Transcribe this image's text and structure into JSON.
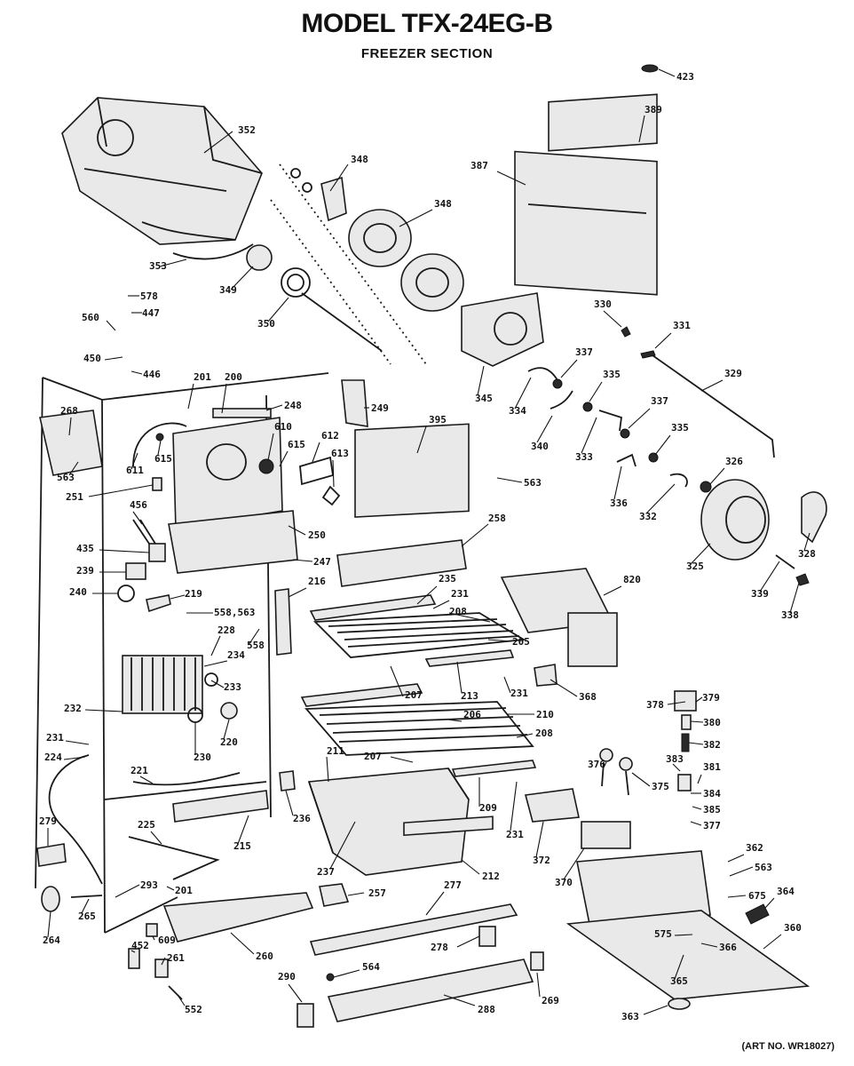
{
  "title": "MODEL TFX-24EG-B",
  "subtitle": "FREEZER SECTION",
  "art_number": "(ART NO. WR18027)",
  "callouts": [
    {
      "id": "c423",
      "label": "423"
    },
    {
      "id": "c352",
      "label": "352"
    },
    {
      "id": "c348a",
      "label": "348"
    },
    {
      "id": "c348b",
      "label": "348"
    },
    {
      "id": "c389",
      "label": "389"
    },
    {
      "id": "c387",
      "label": "387"
    },
    {
      "id": "c353",
      "label": "353"
    },
    {
      "id": "c349",
      "label": "349"
    },
    {
      "id": "c350",
      "label": "350"
    },
    {
      "id": "c578",
      "label": "578"
    },
    {
      "id": "c447",
      "label": "447"
    },
    {
      "id": "c560",
      "label": "560"
    },
    {
      "id": "c450",
      "label": "450"
    },
    {
      "id": "c446",
      "label": "446"
    },
    {
      "id": "c330",
      "label": "330"
    },
    {
      "id": "c331",
      "label": "331"
    },
    {
      "id": "c329",
      "label": "329"
    },
    {
      "id": "c337a",
      "label": "337"
    },
    {
      "id": "c335a",
      "label": "335"
    },
    {
      "id": "c345",
      "label": "345"
    },
    {
      "id": "c334",
      "label": "334"
    },
    {
      "id": "c337b",
      "label": "337"
    },
    {
      "id": "c335b",
      "label": "335"
    },
    {
      "id": "c340",
      "label": "340"
    },
    {
      "id": "c333",
      "label": "333"
    },
    {
      "id": "c326",
      "label": "326"
    },
    {
      "id": "c336",
      "label": "336"
    },
    {
      "id": "c332",
      "label": "332"
    },
    {
      "id": "c325",
      "label": "325"
    },
    {
      "id": "c328",
      "label": "328"
    },
    {
      "id": "c339",
      "label": "339"
    },
    {
      "id": "c338",
      "label": "338"
    },
    {
      "id": "c201a",
      "label": "201"
    },
    {
      "id": "c200",
      "label": "200"
    },
    {
      "id": "c249",
      "label": "249"
    },
    {
      "id": "c268",
      "label": "268"
    },
    {
      "id": "c248",
      "label": "248"
    },
    {
      "id": "c610",
      "label": "610"
    },
    {
      "id": "c615a",
      "label": "615"
    },
    {
      "id": "c612",
      "label": "612"
    },
    {
      "id": "c613",
      "label": "613"
    },
    {
      "id": "c395",
      "label": "395"
    },
    {
      "id": "c563a",
      "label": "563"
    },
    {
      "id": "c611",
      "label": "611"
    },
    {
      "id": "c615b",
      "label": "615"
    },
    {
      "id": "c563b",
      "label": "563"
    },
    {
      "id": "c251",
      "label": "251"
    },
    {
      "id": "c456",
      "label": "456"
    },
    {
      "id": "c250",
      "label": "250"
    },
    {
      "id": "c258",
      "label": "258"
    },
    {
      "id": "c435",
      "label": "435"
    },
    {
      "id": "c239",
      "label": "239"
    },
    {
      "id": "c247",
      "label": "247"
    },
    {
      "id": "c216",
      "label": "216"
    },
    {
      "id": "c235",
      "label": "235"
    },
    {
      "id": "c231a",
      "label": "231"
    },
    {
      "id": "c820",
      "label": "820"
    },
    {
      "id": "c240",
      "label": "240"
    },
    {
      "id": "c219",
      "label": "219"
    },
    {
      "id": "c208a",
      "label": "208"
    },
    {
      "id": "c558",
      "label": "558,563"
    },
    {
      "id": "c228",
      "label": "228"
    },
    {
      "id": "c559",
      "label": "558"
    },
    {
      "id": "c205",
      "label": "205"
    },
    {
      "id": "c234",
      "label": "234"
    },
    {
      "id": "c233",
      "label": "233"
    },
    {
      "id": "c207a",
      "label": "207"
    },
    {
      "id": "c213",
      "label": "213"
    },
    {
      "id": "c231b",
      "label": "231"
    },
    {
      "id": "c368",
      "label": "368"
    },
    {
      "id": "c379",
      "label": "379"
    },
    {
      "id": "c378",
      "label": "378"
    },
    {
      "id": "c232",
      "label": "232"
    },
    {
      "id": "c206",
      "label": "206"
    },
    {
      "id": "c210",
      "label": "210"
    },
    {
      "id": "c380",
      "label": "380"
    },
    {
      "id": "c220",
      "label": "220"
    },
    {
      "id": "c208b",
      "label": "208"
    },
    {
      "id": "c382",
      "label": "382"
    },
    {
      "id": "c231c",
      "label": "231"
    },
    {
      "id": "c230",
      "label": "230"
    },
    {
      "id": "c224",
      "label": "224"
    },
    {
      "id": "c211",
      "label": "211"
    },
    {
      "id": "c207b",
      "label": "207"
    },
    {
      "id": "c376",
      "label": "376"
    },
    {
      "id": "c383",
      "label": "383"
    },
    {
      "id": "c381",
      "label": "381"
    },
    {
      "id": "c221",
      "label": "221"
    },
    {
      "id": "c375",
      "label": "375"
    },
    {
      "id": "c384",
      "label": "384"
    },
    {
      "id": "c209",
      "label": "209"
    },
    {
      "id": "c385",
      "label": "385"
    },
    {
      "id": "c236",
      "label": "236"
    },
    {
      "id": "c377",
      "label": "377"
    },
    {
      "id": "c279",
      "label": "279"
    },
    {
      "id": "c225",
      "label": "225"
    },
    {
      "id": "c215",
      "label": "215"
    },
    {
      "id": "c231d",
      "label": "231"
    },
    {
      "id": "c372",
      "label": "372"
    },
    {
      "id": "c212",
      "label": "212"
    },
    {
      "id": "c370",
      "label": "370"
    },
    {
      "id": "c237",
      "label": "237"
    },
    {
      "id": "c362",
      "label": "362"
    },
    {
      "id": "c563c",
      "label": "563"
    },
    {
      "id": "c277",
      "label": "277"
    },
    {
      "id": "c293",
      "label": "293"
    },
    {
      "id": "c201b",
      "label": "201"
    },
    {
      "id": "c257",
      "label": "257"
    },
    {
      "id": "c675",
      "label": "675"
    },
    {
      "id": "c364",
      "label": "364"
    },
    {
      "id": "c265",
      "label": "265"
    },
    {
      "id": "c264",
      "label": "264"
    },
    {
      "id": "c609",
      "label": "609"
    },
    {
      "id": "c260",
      "label": "260"
    },
    {
      "id": "c360",
      "label": "360"
    },
    {
      "id": "c575",
      "label": "575"
    },
    {
      "id": "c452",
      "label": "452"
    },
    {
      "id": "c261",
      "label": "261"
    },
    {
      "id": "c278",
      "label": "278"
    },
    {
      "id": "c366",
      "label": "366"
    },
    {
      "id": "c564",
      "label": "564"
    },
    {
      "id": "c290",
      "label": "290"
    },
    {
      "id": "c269",
      "label": "269"
    },
    {
      "id": "c365",
      "label": "365"
    },
    {
      "id": "c552",
      "label": "552"
    },
    {
      "id": "c288",
      "label": "288"
    },
    {
      "id": "c363",
      "label": "363"
    }
  ]
}
